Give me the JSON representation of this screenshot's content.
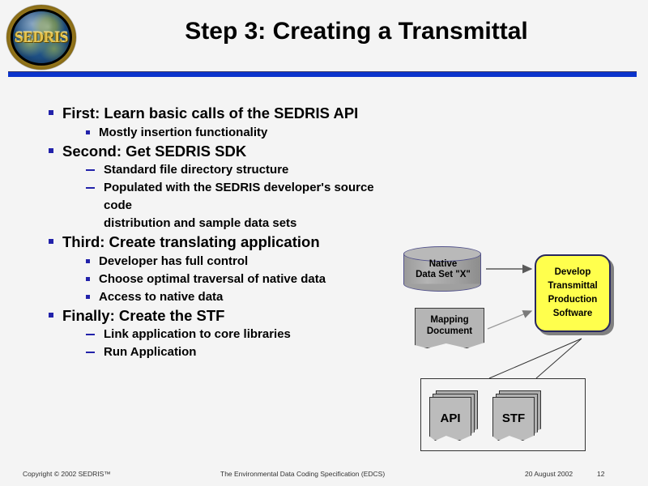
{
  "slide": {
    "title": "Step 3: Creating a Transmittal",
    "accent_color": "#0b33cc",
    "background_color": "#f4f4f4",
    "bullet_color": "#2222aa"
  },
  "logo": {
    "wordmark": "SEDRIS",
    "alt": "sedris-globe-logo"
  },
  "bullets": [
    {
      "level": 1,
      "marker": "square",
      "text": "First: Learn basic calls of the SEDRIS API"
    },
    {
      "level": 2,
      "marker": "square",
      "text": "Mostly insertion functionality"
    },
    {
      "level": 1,
      "marker": "square",
      "text": "Second: Get SEDRIS SDK"
    },
    {
      "level": 2,
      "marker": "dash",
      "text": "Standard file directory structure"
    },
    {
      "level": 2,
      "marker": "dash",
      "text": "Populated with the SEDRIS developer's source code",
      "continuation": "distribution and sample data sets"
    },
    {
      "level": 1,
      "marker": "square",
      "text": "Third: Create translating application"
    },
    {
      "level": 2,
      "marker": "square",
      "text": "Developer has full control"
    },
    {
      "level": 2,
      "marker": "square",
      "text": "Choose optimal traversal of native data"
    },
    {
      "level": 2,
      "marker": "square",
      "text": "Access to native data"
    },
    {
      "level": 1,
      "marker": "square",
      "text": "Finally: Create the STF"
    },
    {
      "level": 2,
      "marker": "dash",
      "text": "Link application to core libraries"
    },
    {
      "level": 2,
      "marker": "dash",
      "text": "Run Application"
    }
  ],
  "diagram": {
    "native_dataset": {
      "line1": "Native",
      "line2": "Data Set \"X\"",
      "fill": "#a3a3a3"
    },
    "mapping_document": {
      "line1": "Mapping",
      "line2": "Document",
      "fill": "#b5b5b5"
    },
    "process_box": {
      "line1": "Develop",
      "line2": "Transmittal",
      "line3": "Production",
      "line4": "Software",
      "fill": "#ffff4d",
      "border": "#27275e"
    },
    "outputs": [
      {
        "label": "API"
      },
      {
        "label": "STF"
      }
    ]
  },
  "footer": {
    "copyright": "Copyright © 2002 SEDRIS™",
    "center": "The Environmental Data Coding Specification (EDCS)",
    "date": "20 August 2002",
    "page": "12"
  }
}
